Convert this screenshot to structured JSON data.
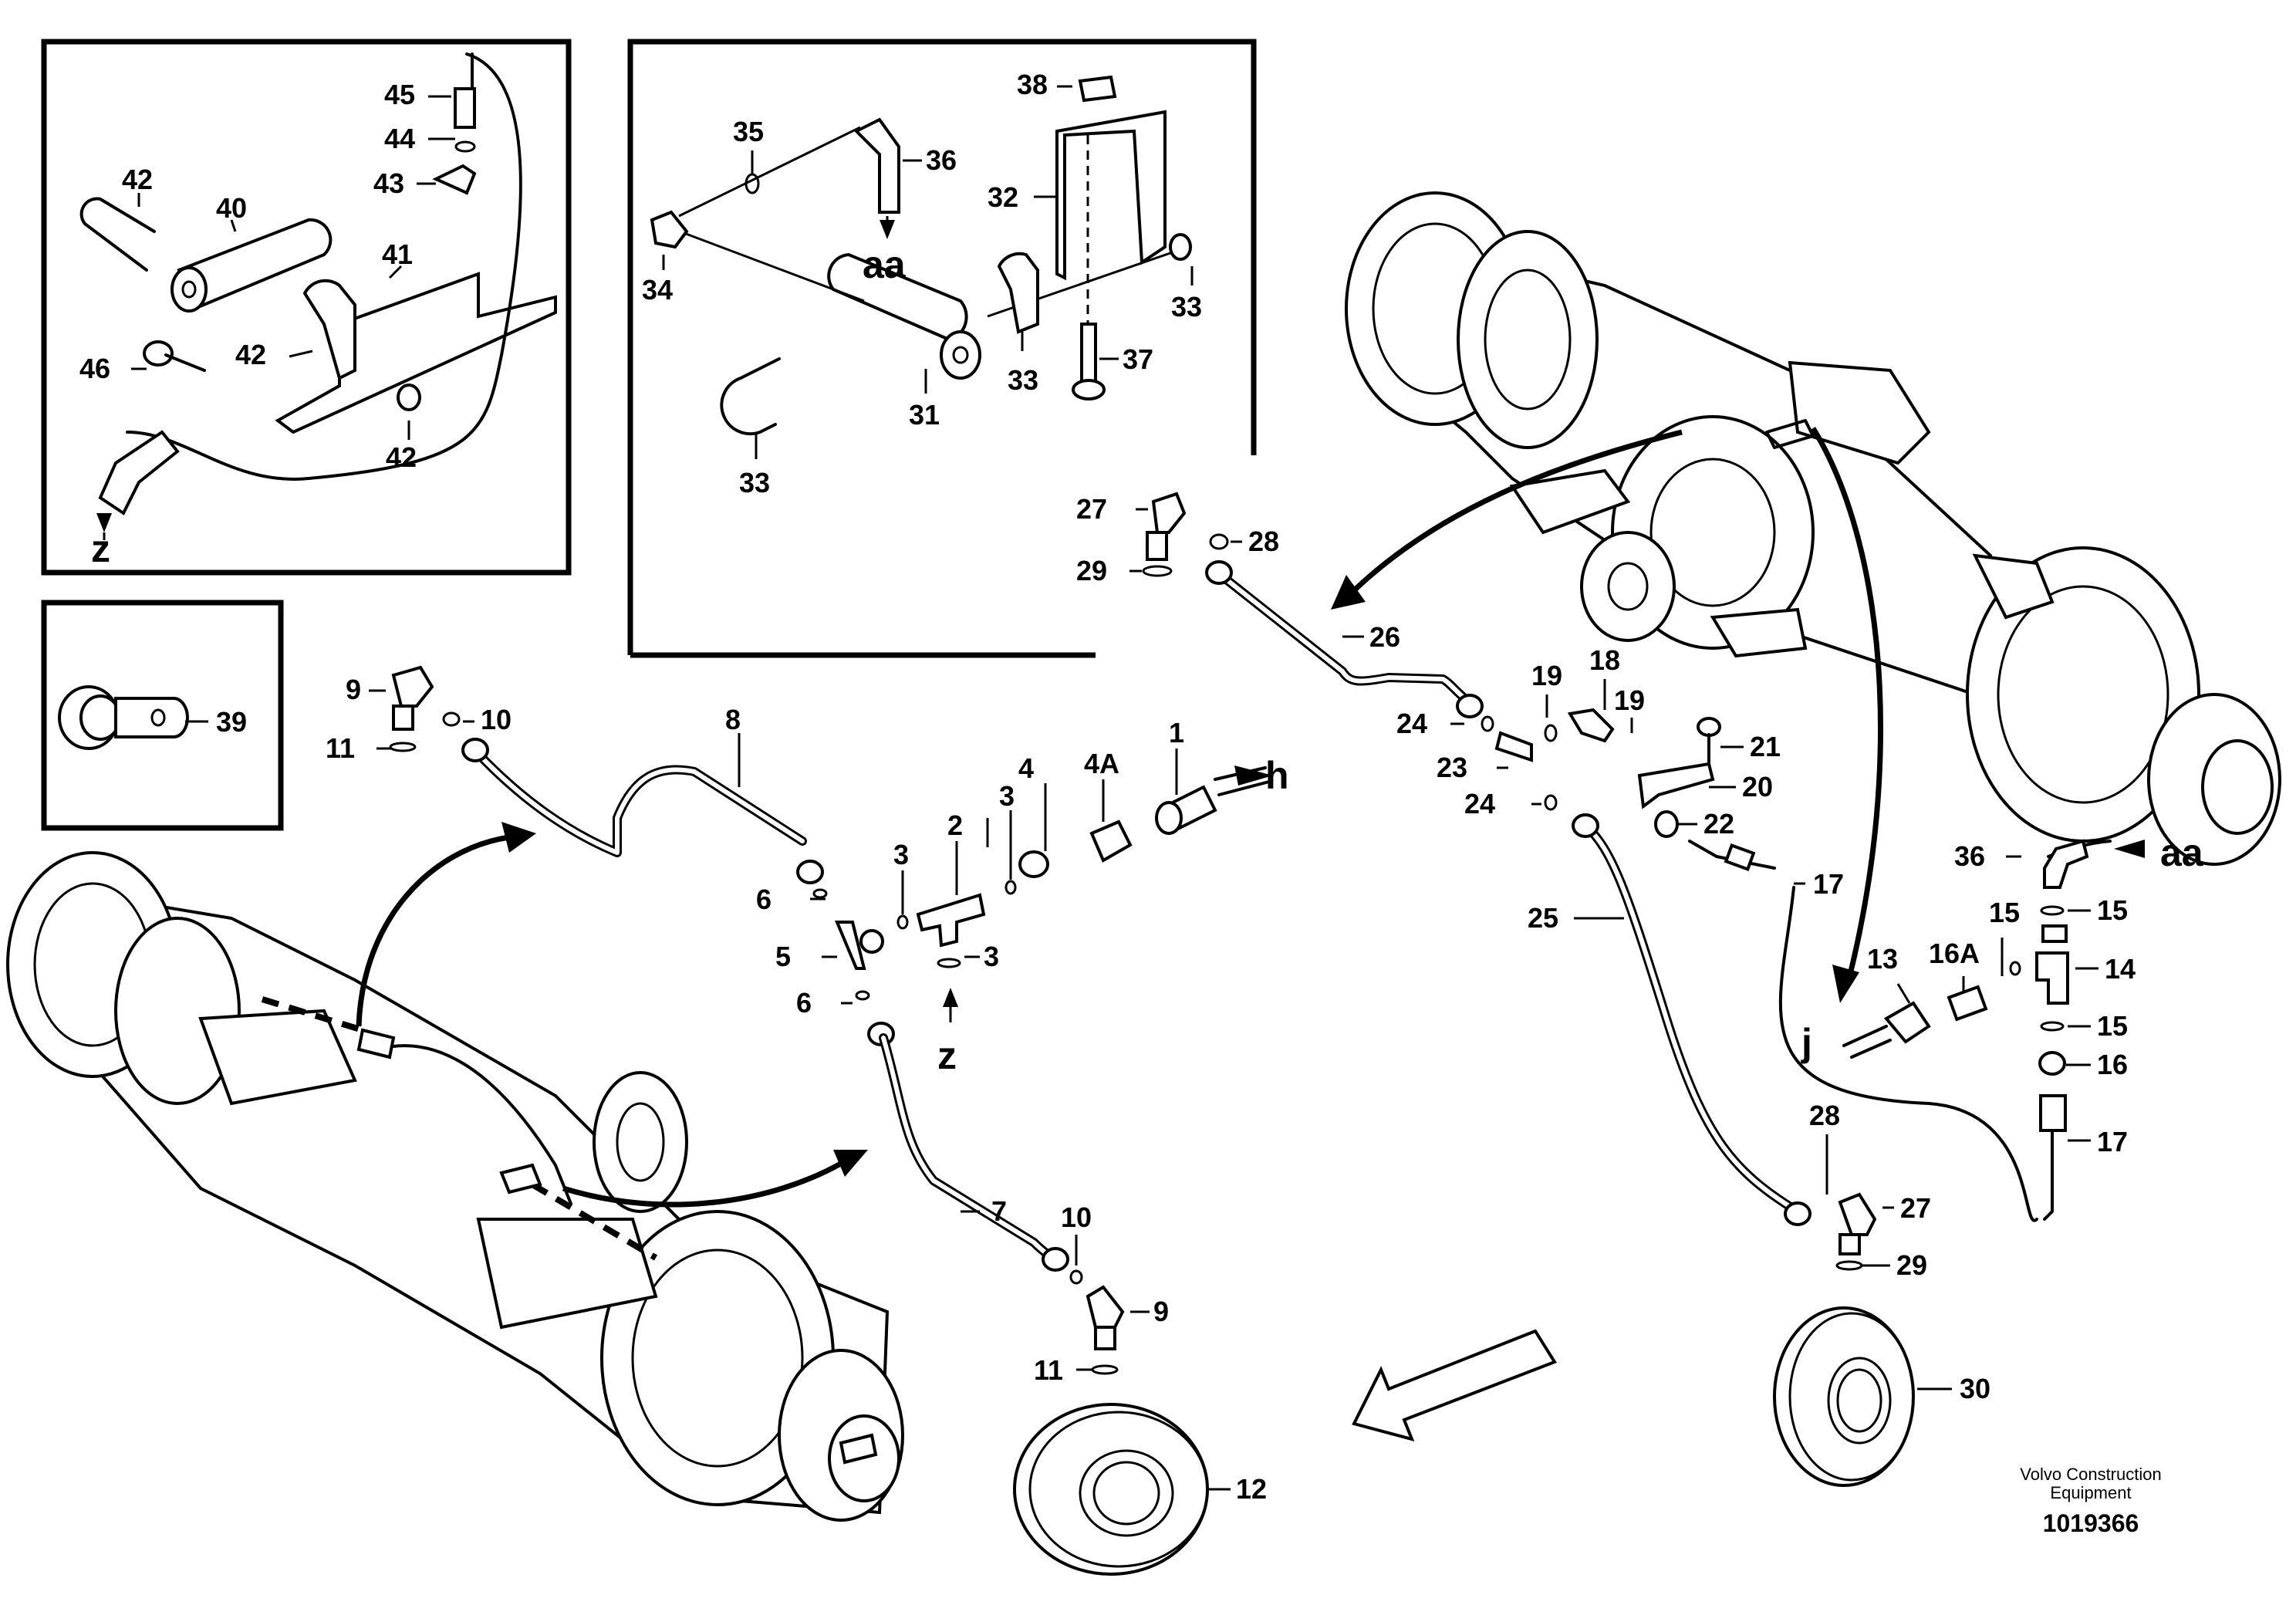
{
  "labels": {
    "p1": "1",
    "p2": "2",
    "p3a": "3",
    "p3b": "3",
    "p3c": "3",
    "p4": "4",
    "p4a": "4A",
    "p5": "5",
    "p6a": "6",
    "p6b": "6",
    "p7": "7",
    "p8": "8",
    "p9a": "9",
    "p9b": "9",
    "p10a": "10",
    "p10b": "10",
    "p11a": "11",
    "p11b": "11",
    "p12": "12",
    "p13": "13",
    "p14": "14",
    "p15a": "15",
    "p15b": "15",
    "p15c": "15",
    "p16": "16",
    "p16a": "16A",
    "p17a": "17",
    "p17b": "17",
    "p18": "18",
    "p19a": "19",
    "p19b": "19",
    "p20": "20",
    "p21": "21",
    "p22": "22",
    "p23": "23",
    "p24a": "24",
    "p24b": "24",
    "p25": "25",
    "p26": "26",
    "p27a": "27",
    "p27b": "27",
    "p28a": "28",
    "p28b": "28",
    "p29a": "29",
    "p29b": "29",
    "p30": "30",
    "p31": "31",
    "p32": "32",
    "p33a": "33",
    "p33b": "33",
    "p33c": "33",
    "p34": "34",
    "p35": "35",
    "p36a": "36",
    "p36b": "36",
    "p37": "37",
    "p38": "38",
    "p39": "39",
    "p40": "40",
    "p41": "41",
    "p42a": "42",
    "p42b": "42",
    "p42c": "42",
    "p43": "43",
    "p44": "44",
    "p45": "45",
    "p46": "46"
  },
  "refs": {
    "h": "h",
    "z1": "z",
    "z2": "z",
    "aa1": "aa",
    "aa2": "aa",
    "j": "j"
  },
  "footer": {
    "company_line1": "Volvo Construction",
    "company_line2": "Equipment",
    "doc_number": "1019366"
  }
}
